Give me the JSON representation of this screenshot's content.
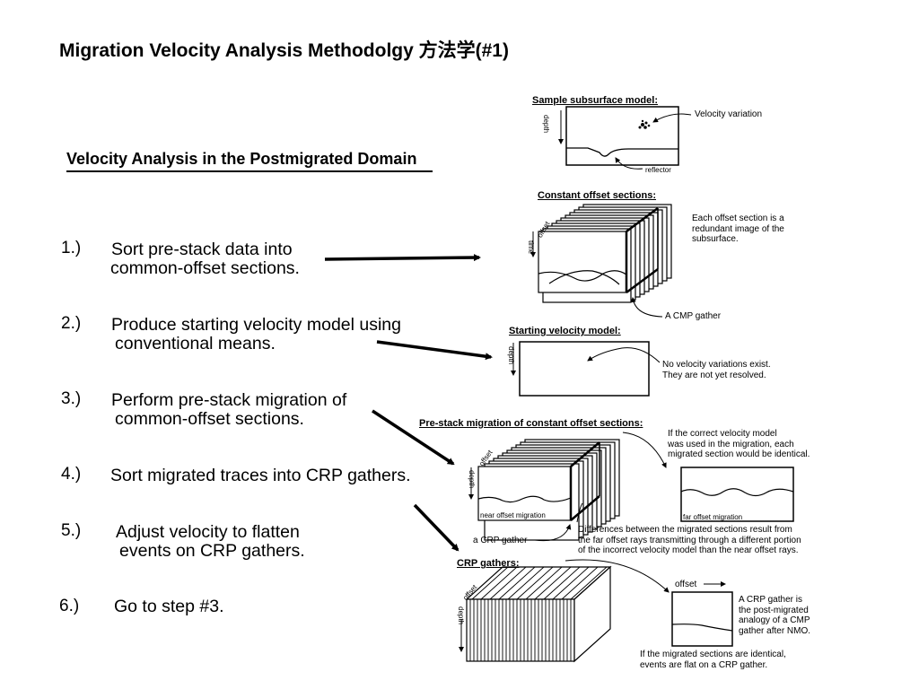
{
  "title": "Migration Velocity Analysis Methodolgy 方法学(#1)",
  "subtitle": "Velocity Analysis in the Postmigrated Domain",
  "steps": [
    {
      "num": "1.)",
      "line1": "Sort pre-stack data into",
      "line2": "common-offset sections."
    },
    {
      "num": "2.)",
      "line1": "Produce starting velocity model using",
      "line2": "conventional means."
    },
    {
      "num": "3.)",
      "line1": "Perform pre-stack migration of",
      "line2": "common-offset sections."
    },
    {
      "num": "4.)",
      "line1": "Sort migrated traces into CRP gathers.",
      "line2": ""
    },
    {
      "num": "5.)",
      "line1": "Adjust velocity to flatten",
      "line2": "events on CRP gathers."
    },
    {
      "num": "6.)",
      "line1": "Go to step #3.",
      "line2": ""
    }
  ],
  "figure": {
    "sample_model": {
      "label": "Sample subsurface model:",
      "depth": "depth",
      "velocity_variation": "Velocity variation",
      "reflector": "reflector"
    },
    "constant_offset": {
      "label": "Constant offset sections:",
      "offset": "offset",
      "time": "time",
      "note": [
        "Each offset section is a",
        "redundant image of the",
        "subsurface."
      ],
      "cmp": "A CMP gather"
    },
    "starting_velocity": {
      "label": "Starting velocity model:",
      "depth": "depth",
      "note": [
        "No velocity variations exist.",
        "They are not yet resolved."
      ]
    },
    "prestack_migration": {
      "label": "Pre-stack migration of constant offset sections:",
      "offset": "offset",
      "depth": "depth",
      "note": [
        "If the correct velocity model",
        "was used in the migration, each",
        "migrated section would be identical."
      ],
      "near": "near offset migration",
      "far": "far offset migration",
      "crp": "a CRP gather",
      "diff": [
        "Differences between the migrated sections result from",
        "the far offset rays transmitting through a different portion",
        "of the incorrect velocity model than the near offset rays."
      ]
    },
    "crp_gathers": {
      "label": "CRP gathers:",
      "offset": "offset",
      "depth": "depth",
      "panel_offset": "offset",
      "note": [
        "A CRP gather  is",
        "the post-migrated",
        "analogy of a CMP",
        "gather after NMO."
      ],
      "bottom": [
        "If the migrated sections are identical,",
        "events are flat on a CRP gather."
      ]
    }
  }
}
